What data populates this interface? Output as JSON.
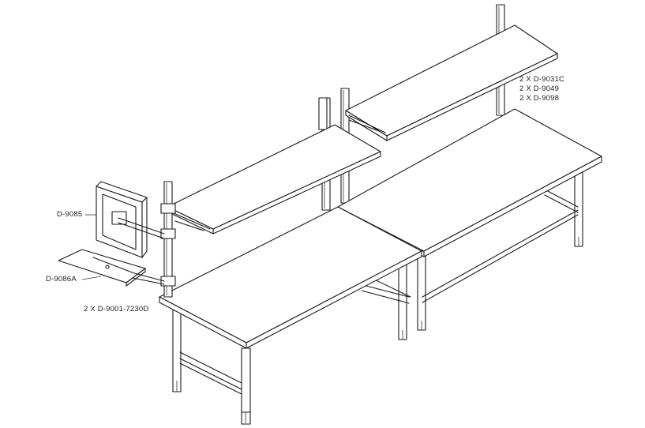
{
  "drawing": {
    "labels": {
      "shelf_parts": [
        "2 X D-9031C",
        "2 X D-9049",
        "2 X D-9098"
      ],
      "monitor_arm": "D-9085",
      "keyboard_tray": "D-9086A",
      "table_legs": "2 X D-9001-7230D"
    }
  }
}
